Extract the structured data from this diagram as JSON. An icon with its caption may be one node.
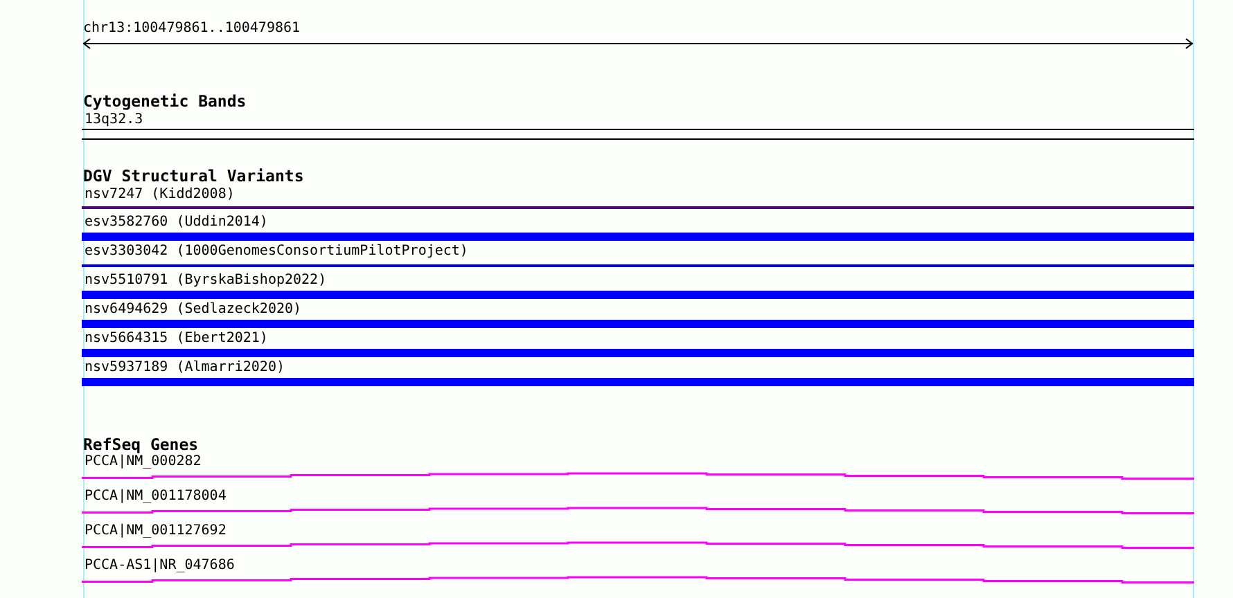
{
  "diagram": {
    "nodes": [
      {
        "text": [
          "13q32.3"
        ]
      },
      {
        "text": [
          "nsv7247 (Kidd2008)"
        ]
      },
      {
        "text": [
          "esv3582760 (Uddin2014)"
        ]
      },
      {
        "text": [
          "esv3303042 (1000GenomesConsortiumPilotProject)"
        ]
      },
      {
        "text": [
          "nsv5510791 (ByrskaBishop2022)"
        ]
      },
      {
        "text": [
          "nsv6494629 (Sedlazeck2020)"
        ]
      },
      {
        "text": [
          "nsv5664315 (Ebert2021)"
        ]
      },
      {
        "text": [
          "nsv5937189 (Almarri2020)"
        ]
      },
      {
        "text": [
          "PCCA|NM_000282"
        ]
      },
      {
        "text": [
          "PCCA|NM_001178004"
        ]
      },
      {
        "text": [
          "PCCA|NM_001127692"
        ]
      },
      {
        "text": [
          "PCCA-AS1|NR_047686"
        ]
      }
    ],
    "labels": [
      "chr13:100479861..100479861",
      "Cytogenetic Bands",
      "DGV Structural Variants",
      "RefSeq Genes"
    ]
  }
}
